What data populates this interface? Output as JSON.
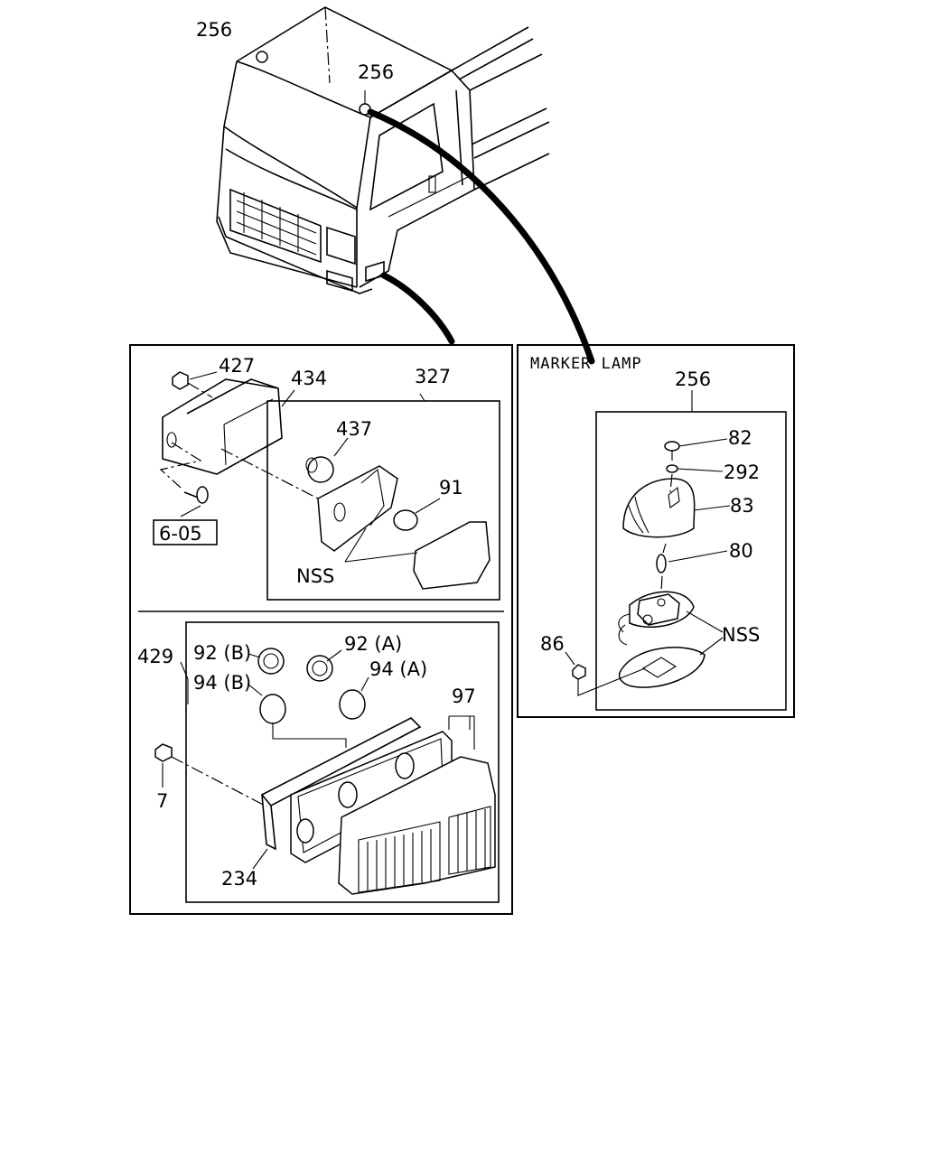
{
  "truck_callouts": {
    "roof_left": "256",
    "roof_right": "256"
  },
  "side_turn_lamp": {
    "nut": "427",
    "bracket": "434",
    "lamp_assembly": "327",
    "socket": "437",
    "bulb": "91",
    "nss": "NSS",
    "ref": "6-05"
  },
  "rear_combination_lamp": {
    "assembly": "429",
    "socket_b": "92 (B)",
    "socket_a": "92 (A)",
    "bulb_b": "94 (B)",
    "bulb_a": "94 (A)",
    "lens": "97",
    "nut": "7",
    "gasket": "234"
  },
  "marker_lamp": {
    "title": "MARKER LAMP",
    "assembly": "256",
    "screw": "82",
    "washer": "292",
    "lens": "83",
    "bulb": "80",
    "nut": "86",
    "nss": "NSS"
  }
}
